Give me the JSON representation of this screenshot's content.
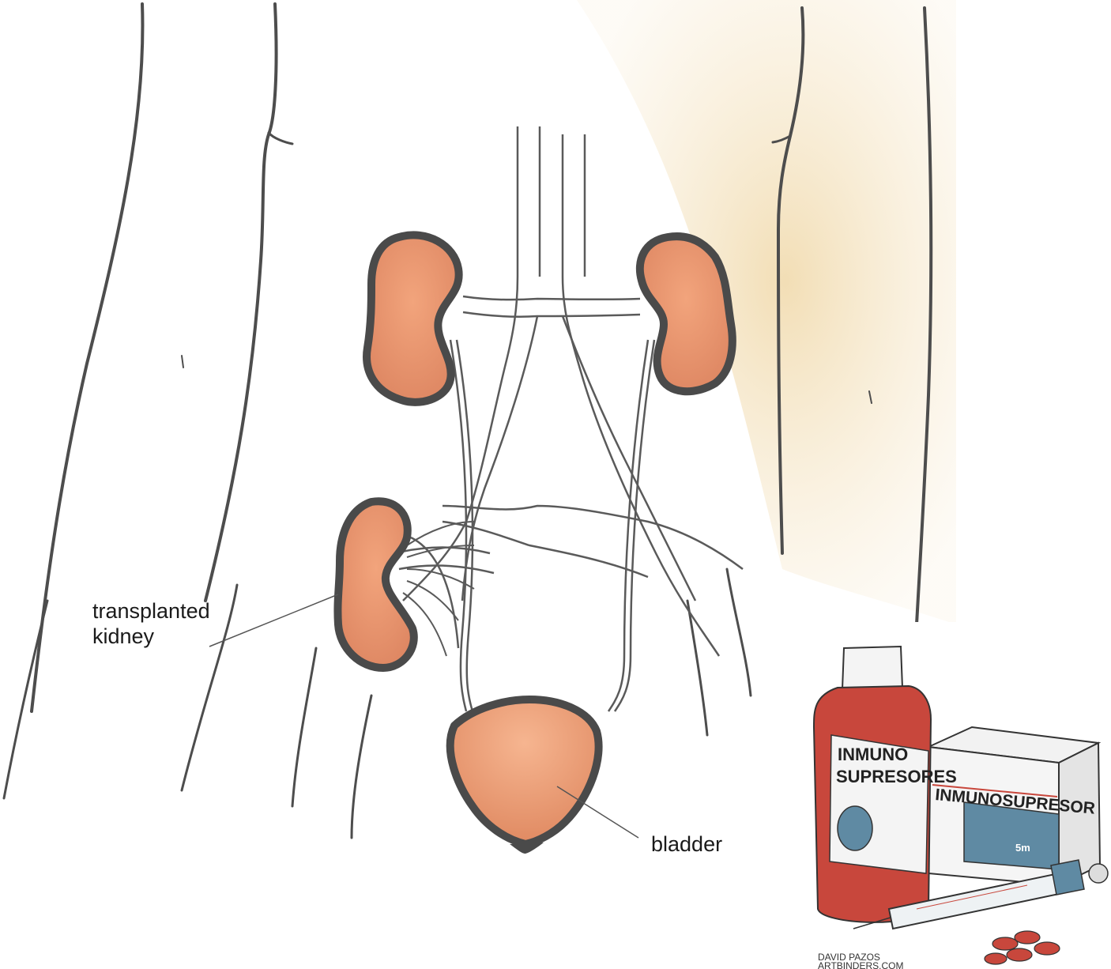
{
  "labels": {
    "transplanted_kidney": [
      "transplanted",
      "kidney"
    ],
    "bladder": "bladder"
  },
  "cartoon": {
    "bottle_label": [
      "INMUNO",
      "SUPRESORES"
    ],
    "box_label": "INMUNOSUPRESOR",
    "box_dose": "5m",
    "signature": [
      "DAVID PAZOS",
      "ARTBINDERS.COM"
    ]
  },
  "colors": {
    "kidney": "#e59069",
    "kidney_outline": "#4a4a4a",
    "body_outline": "#555555",
    "skin_tint": "#f1dcae",
    "bottle": "#c8473c",
    "box": "#5f8aa3"
  }
}
